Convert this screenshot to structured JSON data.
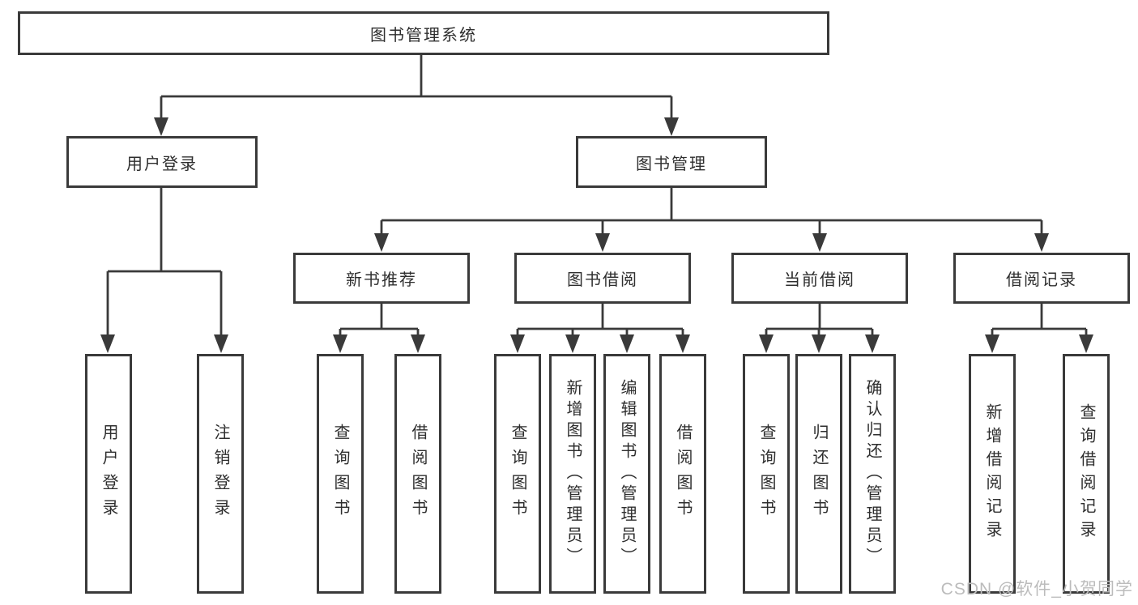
{
  "diagram": {
    "root": {
      "label": "图书管理系统",
      "children": [
        {
          "label": "用户登录",
          "children": [
            {
              "label": "用户登录"
            },
            {
              "label": "注销登录"
            }
          ]
        },
        {
          "label": "图书管理",
          "children": [
            {
              "label": "新书推荐",
              "children": [
                {
                  "label": "查询图书"
                },
                {
                  "label": "借阅图书"
                }
              ]
            },
            {
              "label": "图书借阅",
              "children": [
                {
                  "label": "查询图书"
                },
                {
                  "label": "新增图书（管理员）"
                },
                {
                  "label": "编辑图书（管理员）"
                },
                {
                  "label": "借阅图书"
                }
              ]
            },
            {
              "label": "当前借阅",
              "children": [
                {
                  "label": "查询图书"
                },
                {
                  "label": "归还图书"
                },
                {
                  "label": "确认归还（管理员）"
                }
              ]
            },
            {
              "label": "借阅记录",
              "children": [
                {
                  "label": "新增借阅记录"
                },
                {
                  "label": "查询借阅记录"
                }
              ]
            }
          ]
        }
      ]
    }
  },
  "watermark": {
    "text": "CSDN @软件_小贺同学"
  },
  "colors": {
    "line": "#3a3a3a",
    "box_border": "#3a3a3a",
    "text": "#2e2e2e",
    "watermark": "#bcbcbc",
    "background": "#ffffff"
  }
}
